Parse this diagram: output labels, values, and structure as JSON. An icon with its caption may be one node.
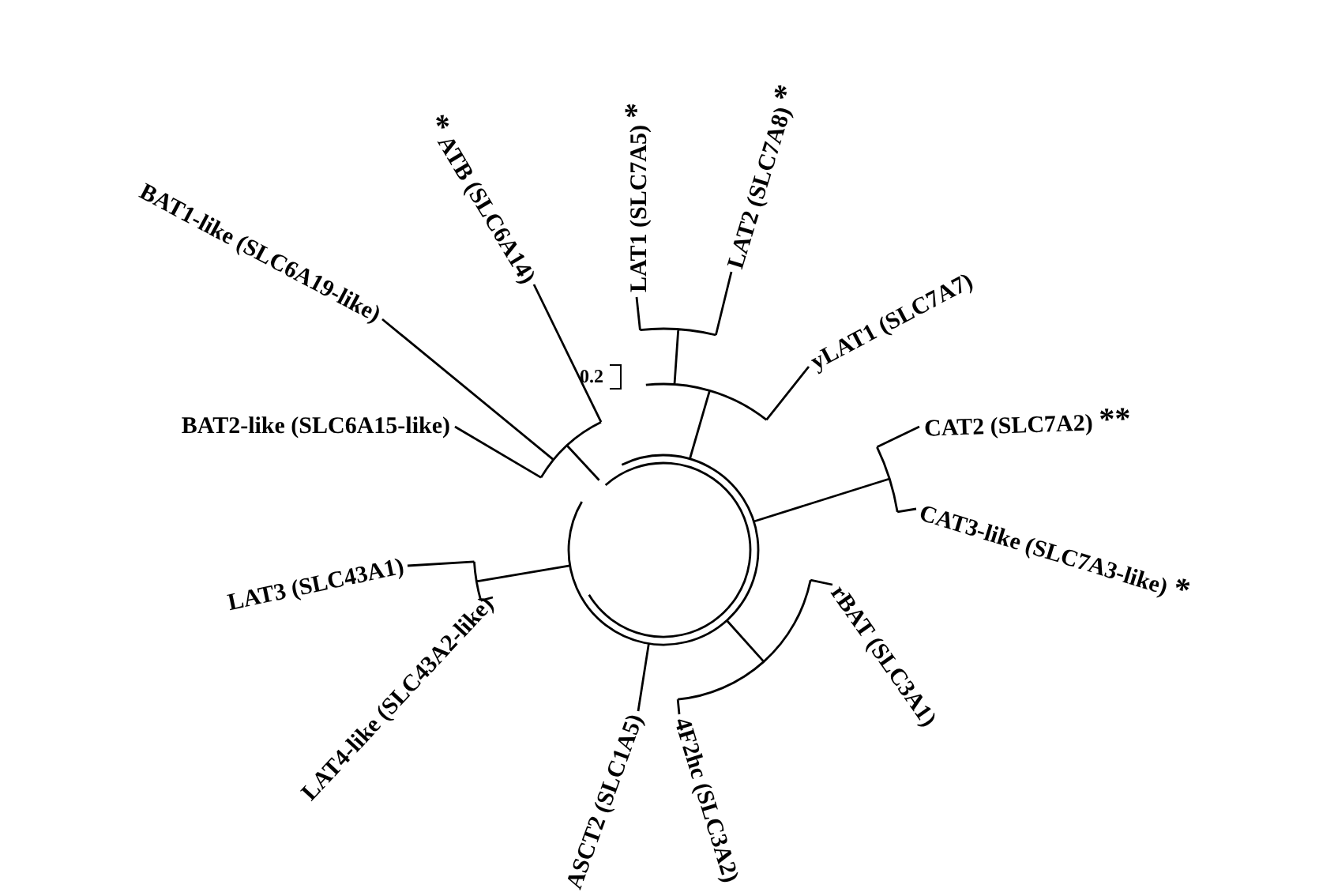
{
  "diagram": {
    "nodes": [
      {
        "text": [
          "LAT1 (SLC7A5)"
        ],
        "beside": [
          "*"
        ]
      },
      {
        "text": [
          "LAT2 (SLC7A8)"
        ],
        "beside": [
          "*"
        ]
      },
      {
        "text": [
          "yLAT1 (SLC7A7)"
        ]
      },
      {
        "text": [
          "CAT2 (SLC7A2)"
        ],
        "beside": [
          "**"
        ]
      },
      {
        "text": [
          "CAT3-like (SLC7A3-like)"
        ],
        "beside": [
          "*"
        ]
      },
      {
        "text": [
          "rBAT (SLC3A1)"
        ]
      },
      {
        "text": [
          "4F2hc (SLC3A2)"
        ]
      },
      {
        "text": [
          "ASCT2 (SLC1A5)"
        ]
      },
      {
        "text": [
          "LAT4-like (SLC43A2-like)"
        ]
      },
      {
        "text": [
          "LAT3 (SLC43A1)"
        ]
      },
      {
        "text": [
          "BAT2-like (SLC6A15-like)"
        ]
      },
      {
        "text": [
          "BAT1-like (SLC6A19-like)"
        ]
      },
      {
        "text": [
          "ATB (SLC6A14)"
        ],
        "beside": [
          "*"
        ]
      }
    ],
    "labels": [
      "0.2"
    ]
  }
}
